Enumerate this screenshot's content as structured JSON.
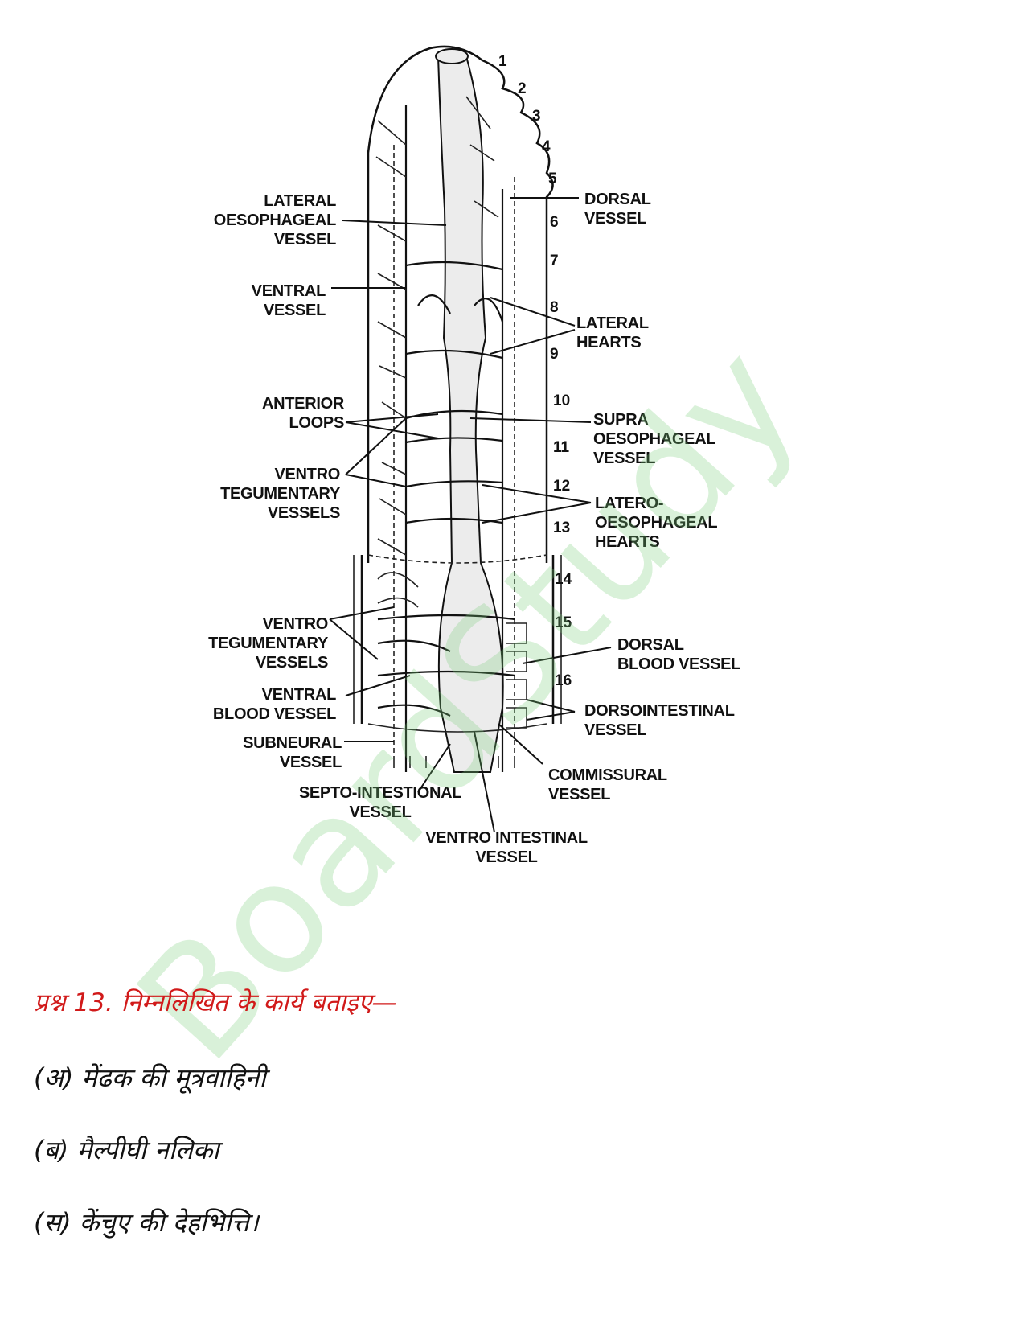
{
  "diagram": {
    "segments": [
      "1",
      "2",
      "3",
      "4",
      "5",
      "6",
      "7",
      "8",
      "9",
      "10",
      "11",
      "12",
      "13",
      "14",
      "15",
      "16"
    ],
    "labels": {
      "lateral_oesophageal": [
        "LATERAL",
        "OESOPHAGEAL",
        "VESSEL"
      ],
      "dorsal_vessel": [
        "DORSAL",
        "VESSEL"
      ],
      "ventral_vessel": [
        "VENTRAL",
        "VESSEL"
      ],
      "lateral_hearts": [
        "LATERAL",
        "HEARTS"
      ],
      "anterior_loops": [
        "ANTERIOR",
        "LOOPS"
      ],
      "supra_oesophageal": [
        "SUPRA",
        "OESOPHAGEAL",
        "VESSEL"
      ],
      "ventro_tegumentary_1": [
        "VENTRO",
        "TEGUMENTARY",
        "VESSELS"
      ],
      "latero_oesophageal": [
        "LATERO-",
        "OESOPHAGEAL",
        "HEARTS"
      ],
      "ventro_tegumentary_2": [
        "VENTRO",
        "TEGUMENTARY",
        "VESSELS"
      ],
      "dorsal_blood_vessel": [
        "DORSAL",
        "BLOOD VESSEL"
      ],
      "ventral_blood_vessel": [
        "VENTRAL",
        "BLOOD VESSEL"
      ],
      "dorsointestinal": [
        "DORSOINTESTINAL",
        "VESSEL"
      ],
      "subneural": [
        "SUBNEURAL",
        "VESSEL"
      ],
      "commissural": [
        "COMMISSURAL",
        "VESSEL"
      ],
      "septo_intestional": [
        "SEPTO-INTESTIONAL",
        "VESSEL"
      ],
      "ventro_intestinal": [
        "VENTRO INTESTINAL",
        "VESSEL"
      ]
    }
  },
  "watermark": "BoardStudy",
  "question": {
    "heading": "प्रश्न 13. निम्नलिखित के कार्य बताइए—",
    "items": [
      "(अ) मेंढक की मूत्रवाहिनी",
      "(ब) मैल्पीघी नलिका",
      "(स) केंचुए की देहभित्ति।"
    ]
  },
  "colors": {
    "watermark": "#7bcf7b",
    "question": "#d11a1a",
    "ink": "#111111"
  }
}
